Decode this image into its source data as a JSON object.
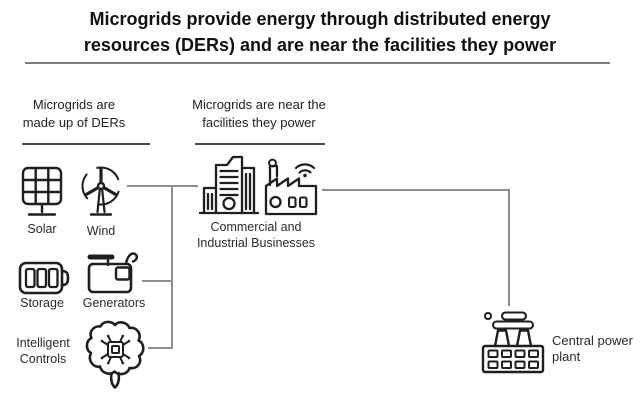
{
  "title": "Microgrids provide energy through distributed energy resources (DERs) and are near the facilities they power",
  "colors": {
    "background": "#ffffff",
    "icon_stroke": "#1f1f1f",
    "text": "#1f1f1f",
    "connector_line": "#8f8f8f",
    "divider": "#7d7d7d"
  },
  "groups": {
    "ders": {
      "heading": "Microgrids are made up of DERs",
      "items": [
        {
          "label": "Solar",
          "icon": "solar-panel-icon"
        },
        {
          "label": "Wind",
          "icon": "wind-turbine-icon"
        },
        {
          "label": "Storage",
          "icon": "battery-icon"
        },
        {
          "label": "Generators",
          "icon": "generator-icon"
        },
        {
          "label": "Intelligent Controls",
          "icon": "brain-chip-icon"
        }
      ]
    },
    "facilities": {
      "heading": "Microgrids are near the facilities they power",
      "items": [
        {
          "label": "Commercial and Industrial Businesses",
          "icon": "commercial-building-icon / factory-icon"
        }
      ]
    },
    "grid": {
      "items": [
        {
          "label": "Central power plant",
          "icon": "power-plant-icon"
        }
      ]
    }
  }
}
